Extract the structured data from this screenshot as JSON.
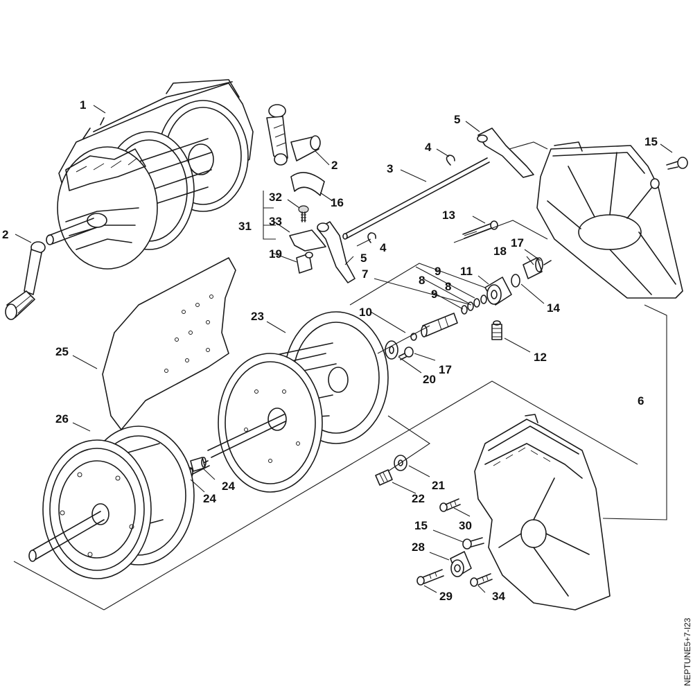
{
  "diagram": {
    "reference_code": "NEPTUNE5+7-I23",
    "callouts": [
      {
        "id": "c1",
        "label": "1"
      },
      {
        "id": "c2a",
        "label": "2"
      },
      {
        "id": "c2b",
        "label": "2"
      },
      {
        "id": "c3",
        "label": "3"
      },
      {
        "id": "c4a",
        "label": "4"
      },
      {
        "id": "c4b",
        "label": "4"
      },
      {
        "id": "c5a",
        "label": "5"
      },
      {
        "id": "c5b",
        "label": "5"
      },
      {
        "id": "c6",
        "label": "6"
      },
      {
        "id": "c7",
        "label": "7"
      },
      {
        "id": "c8a",
        "label": "8"
      },
      {
        "id": "c8b",
        "label": "8"
      },
      {
        "id": "c9a",
        "label": "9"
      },
      {
        "id": "c9b",
        "label": "9"
      },
      {
        "id": "c10",
        "label": "10"
      },
      {
        "id": "c11",
        "label": "11"
      },
      {
        "id": "c12",
        "label": "12"
      },
      {
        "id": "c13",
        "label": "13"
      },
      {
        "id": "c14",
        "label": "14"
      },
      {
        "id": "c15a",
        "label": "15"
      },
      {
        "id": "c15b",
        "label": "15"
      },
      {
        "id": "c16",
        "label": "16"
      },
      {
        "id": "c17a",
        "label": "17"
      },
      {
        "id": "c17b",
        "label": "17"
      },
      {
        "id": "c18",
        "label": "18"
      },
      {
        "id": "c19",
        "label": "19"
      },
      {
        "id": "c20",
        "label": "20"
      },
      {
        "id": "c21",
        "label": "21"
      },
      {
        "id": "c22",
        "label": "22"
      },
      {
        "id": "c23",
        "label": "23"
      },
      {
        "id": "c24a",
        "label": "24"
      },
      {
        "id": "c24b",
        "label": "24"
      },
      {
        "id": "c25",
        "label": "25"
      },
      {
        "id": "c26",
        "label": "26"
      },
      {
        "id": "c28",
        "label": "28"
      },
      {
        "id": "c29",
        "label": "29"
      },
      {
        "id": "c30",
        "label": "30"
      },
      {
        "id": "c31",
        "label": "31"
      },
      {
        "id": "c32",
        "label": "32"
      },
      {
        "id": "c33",
        "label": "33"
      },
      {
        "id": "c34",
        "label": "34"
      }
    ]
  }
}
